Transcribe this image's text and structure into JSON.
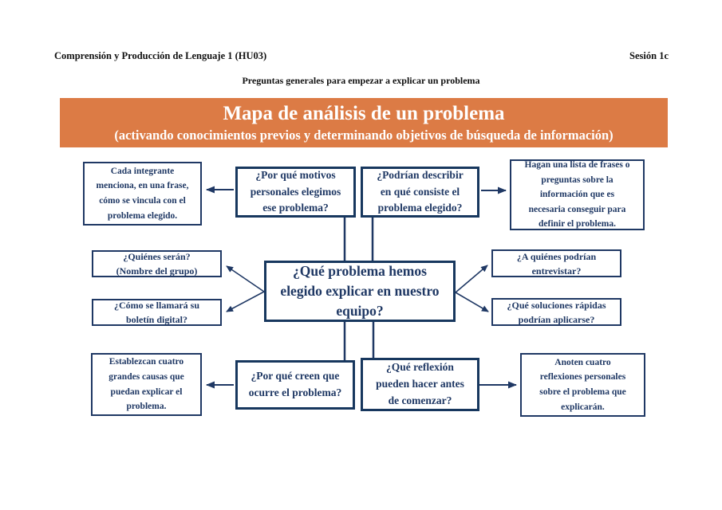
{
  "header": {
    "course_title": "Comprensión y Producción de Lenguaje 1 (HU03)",
    "session": "Sesión 1c",
    "subtitle": "Preguntas generales para empezar a explicar un problema"
  },
  "banner": {
    "title": "Mapa de análisis de un problema",
    "subtitle": "(activando conocimientos previos y determinando objetivos de búsqueda de información)",
    "bg_color": "#DC7B45",
    "text_color": "#FFFFFF"
  },
  "colors": {
    "node_border": "#1F3864",
    "node_text": "#1F3864",
    "connector": "#1F3864"
  },
  "map": {
    "center_question": "¿Qué problema hemos\nelegido explicar en nuestro\nequipo?",
    "top": {
      "action_left": "Cada integrante\nmenciona, en una frase,\ncómo se vincula con el\nproblema elegido.",
      "q1": "¿Por qué motivos\npersonales elegimos\nese problema?",
      "q2": "¿Podrían describir\nen qué consiste el\nproblema elegido?",
      "action_right": "Hagan una lista de frases o\npreguntas sobre la\ninformación que es\nnecesaria conseguir para\ndefinir el problema."
    },
    "middle": {
      "left1": "¿Quiénes serán?\n(Nombre del grupo)",
      "left2": "¿Cómo se llamará su\nboletín digital?",
      "right1": "¿A quiénes podrían\nentrevistar?",
      "right2": "¿Qué soluciones rápidas\npodrían aplicarse?"
    },
    "bottom": {
      "action_left": "Establezcan cuatro\ngrandes causas que\npuedan explicar el\nproblema.",
      "q1": "¿Por qué creen que\nocurre el problema?",
      "q2": "¿Qué reflexión\npueden hacer antes\nde comenzar?",
      "action_right": "Anoten cuatro\nreflexiones personales\nsobre el problema que\nexplicarán."
    }
  }
}
